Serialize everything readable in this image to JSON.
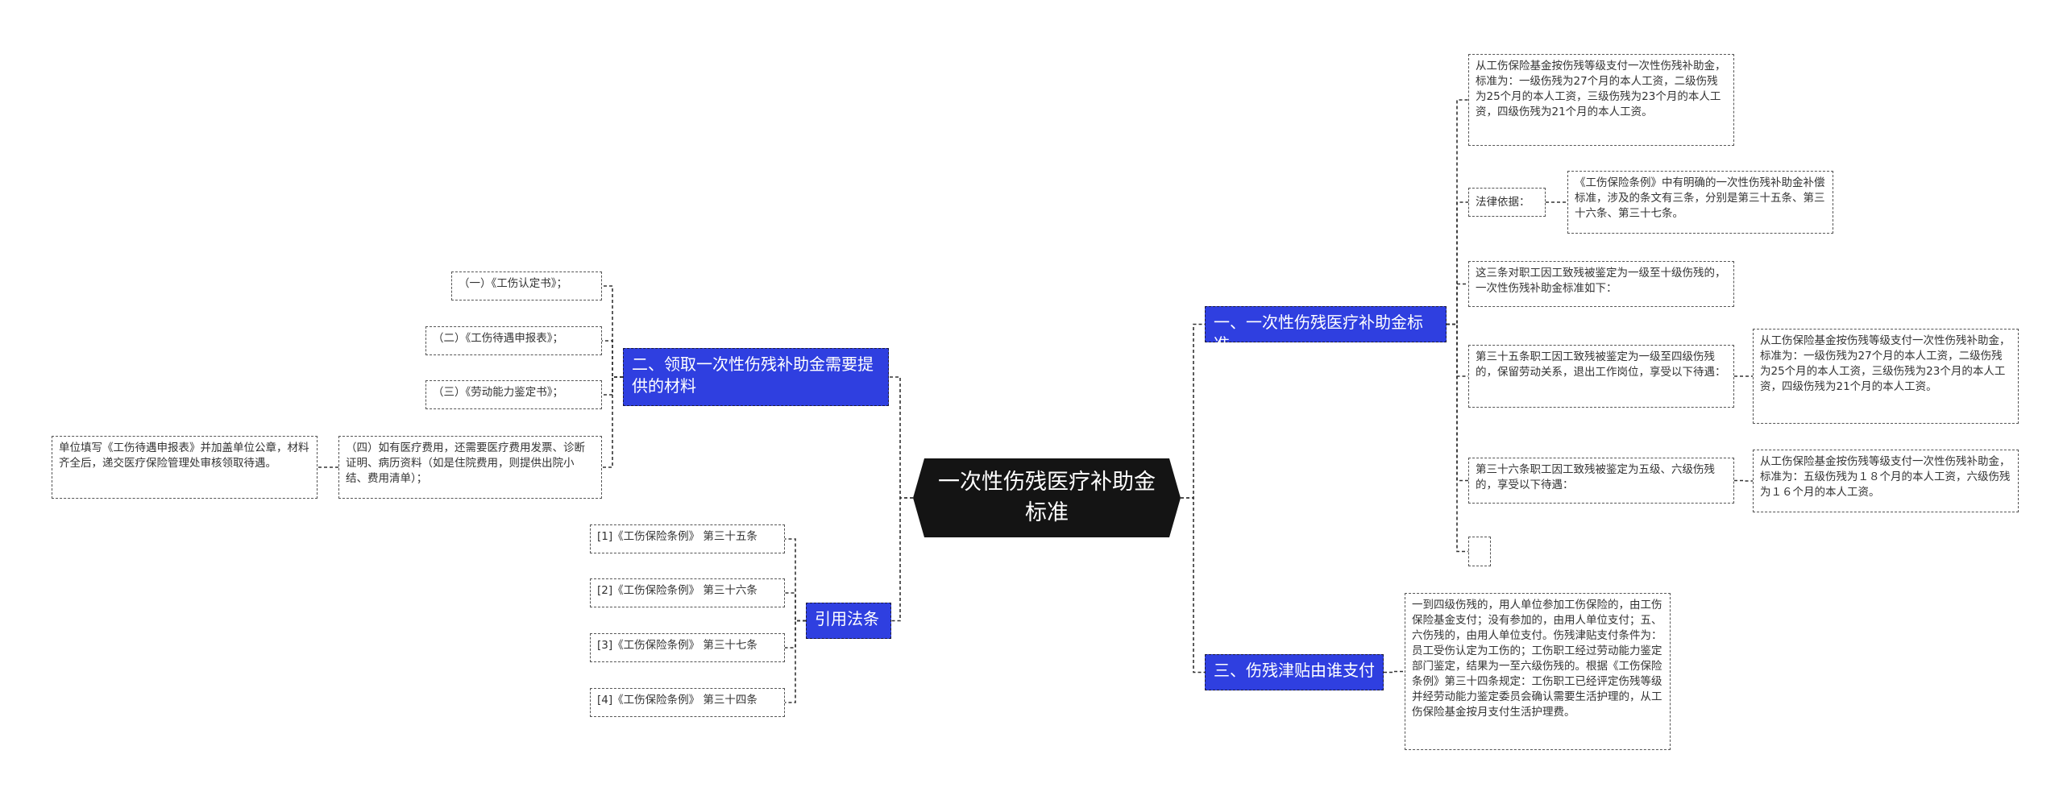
{
  "root": {
    "title": "一次性伤残医疗补助金标准"
  },
  "branches": {
    "standard": {
      "label": "一、一次性伤残医疗补助金标准",
      "items": {
        "fund_standard": "从工伤保险基金按伤残等级支付一次性伤残补助金，标准为：一级伤残为27个月的本人工资，二级伤残为25个月的本人工资，三级伤残为23个月的本人工资，四级伤残为21个月的本人工资。",
        "legal_basis_label": "法律依据：",
        "legal_basis_text": "《工伤保险条例》中有明确的一次性伤残补助金补偿标准，涉及的条文有三条，分别是第三十五条、第三十六条、第三十七条。",
        "three_articles": "这三条对职工因工致残被鉴定为一级至十级伤残的，一次性伤残补助金标准如下：",
        "art35": "第三十五条职工因工致残被鉴定为一级至四级伤残的，保留劳动关系，退出工作岗位，享受以下待遇：",
        "art35_detail": "从工伤保险基金按伤残等级支付一次性伤残补助金，标准为：一级伤残为27个月的本人工资，二级伤残为25个月的本人工资，三级伤残为23个月的本人工资，四级伤残为21个月的本人工资。",
        "art36": "第三十六条职工因工致残被鉴定为五级、六级伤残的，享受以下待遇：",
        "art36_detail": "从工伤保险基金按伤残等级支付一次性伤残补助金，标准为：五级伤残为１８个月的本人工资，六级伤残为１６个月的本人工资。",
        "empty": ""
      }
    },
    "materials": {
      "label": "二、领取一次性伤残补助金需要提供的材料",
      "items": {
        "m1": "（一）《工伤认定书》；",
        "m2": "（二）《工伤待遇申报表》；",
        "m3": "（三）《劳动能力鉴定书》；",
        "m4": "（四）如有医疗费用，还需要医疗费用发票、诊断证明、病历资料（如是住院费用，则提供出院小结、费用清单）；",
        "m4_note": "单位填写《工伤待遇申报表》并加盖单位公章，材料齐全后，递交医疗保险管理处审核领取待遇。"
      }
    },
    "payer": {
      "label": "三、伤残津贴由谁支付",
      "text": "一到四级伤残的，用人单位参加工伤保险的，由工伤保险基金支付；没有参加的，由用人单位支付；五、六伤残的，由用人单位支付。伤残津贴支付条件为：员工受伤认定为工伤的；工伤职工经过劳动能力鉴定部门鉴定，结果为一至六级伤残的。根据《工伤保险条例》第三十四条规定：工伤职工已经评定伤残等级并经劳动能力鉴定委员会确认需要生活护理的，从工伤保险基金按月支付生活护理费。"
    },
    "citations": {
      "label": "引用法条",
      "items": {
        "c1": "[1]《工伤保险条例》 第三十五条",
        "c2": "[2]《工伤保险条例》 第三十六条",
        "c3": "[3]《工伤保险条例》 第三十七条",
        "c4": "[4]《工伤保险条例》 第三十四条"
      }
    }
  },
  "colors": {
    "branch_fill": "#2f3fe0",
    "root_fill": "#141414",
    "line": "#333333"
  }
}
